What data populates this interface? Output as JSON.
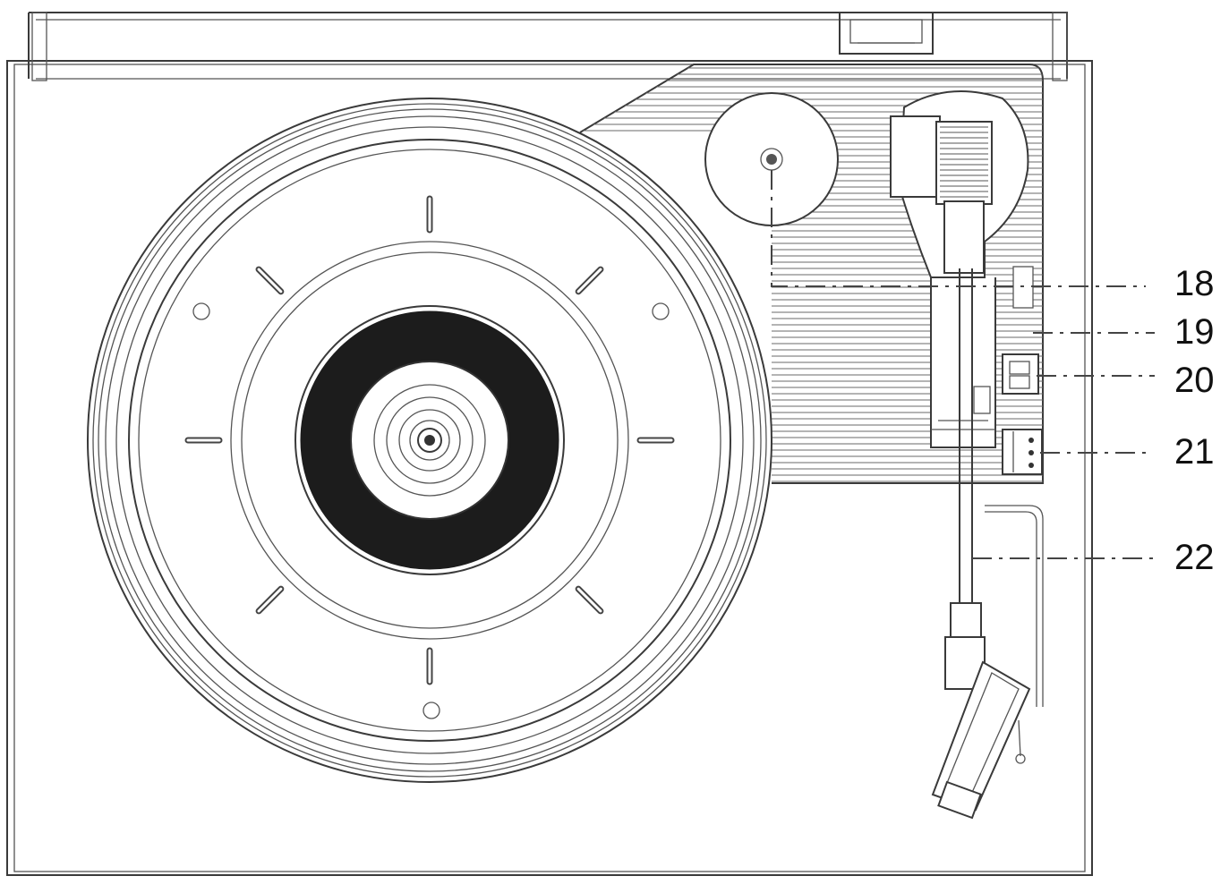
{
  "callouts": [
    {
      "id": "18",
      "label": "18",
      "target": "spindle-post"
    },
    {
      "id": "19",
      "label": "19",
      "target": "upper-switch"
    },
    {
      "id": "20",
      "label": "20",
      "target": "connector-block"
    },
    {
      "id": "21",
      "label": "21",
      "target": "terminal-block"
    },
    {
      "id": "22",
      "label": "22",
      "target": "tonearm-tube"
    }
  ],
  "colors": {
    "line": "#3a3a3a",
    "fill_dark": "#1a1a1a",
    "background": "#ffffff"
  }
}
